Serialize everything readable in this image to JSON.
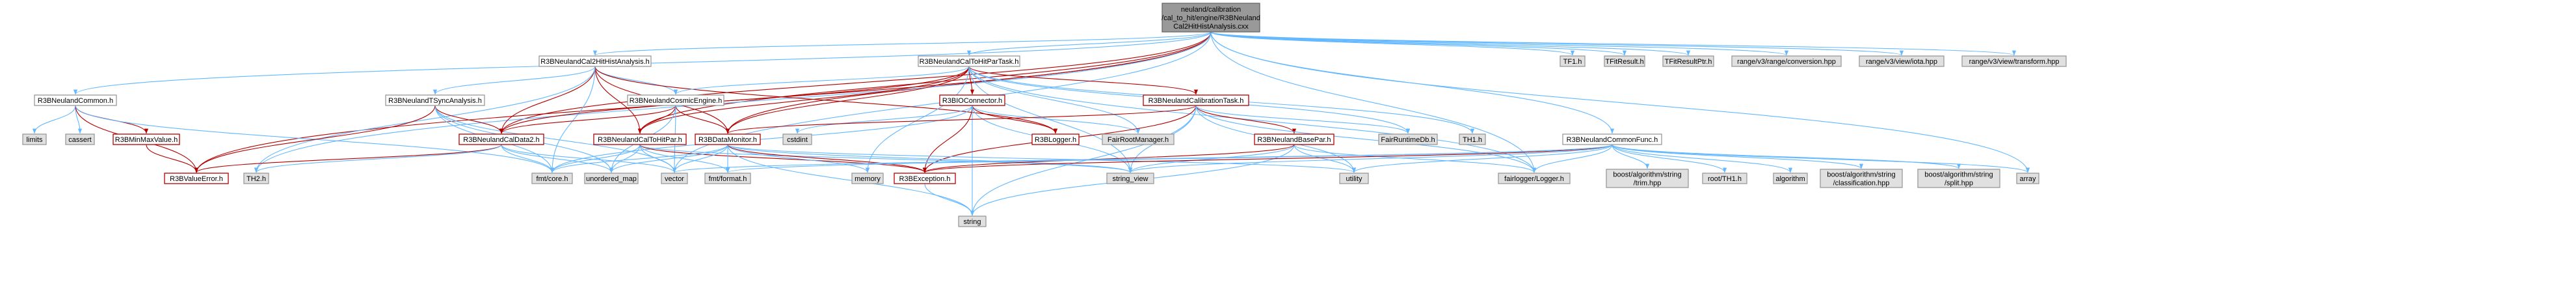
{
  "title": "Include dependency graph",
  "colors": {
    "edge": "#63b8ff",
    "edge_red": "#b20000",
    "root_fill": "#999999",
    "external_fill": "#e0e0e0",
    "node_border": "#999999"
  },
  "nodes": [
    {
      "id": "root",
      "lines": [
        "neuland/calibration",
        "/cal_to_hit/engine/R3BNeuland",
        "Cal2HitHistAnalysis.cxx"
      ],
      "style": "root"
    },
    {
      "id": "histanalysis",
      "lines": [
        "R3BNeulandCal2HitHistAnalysis.h"
      ],
      "style": "plain"
    },
    {
      "id": "partask",
      "lines": [
        "R3BNeulandCalToHitParTask.h"
      ],
      "style": "plain"
    },
    {
      "id": "common",
      "lines": [
        "R3BNeulandCommon.h"
      ],
      "style": "plain"
    },
    {
      "id": "tsync",
      "lines": [
        "R3BNeulandTSyncAnalysis.h"
      ],
      "style": "plain"
    },
    {
      "id": "cosmic",
      "lines": [
        "R3BNeulandCosmicEngine.h"
      ],
      "style": "plain"
    },
    {
      "id": "ioconnector",
      "lines": [
        "R3BIOConnector.h"
      ],
      "style": "red"
    },
    {
      "id": "calibtask",
      "lines": [
        "R3BNeulandCalibrationTask.h"
      ],
      "style": "red"
    },
    {
      "id": "commonfunc",
      "lines": [
        "R3BNeulandCommonFunc.h"
      ],
      "style": "plain"
    },
    {
      "id": "tf1",
      "lines": [
        "TF1.h"
      ],
      "style": "ext"
    },
    {
      "id": "tfitresult",
      "lines": [
        "TFitResult.h"
      ],
      "style": "ext"
    },
    {
      "id": "tfitresultptr",
      "lines": [
        "TFitResultPtr.h"
      ],
      "style": "ext"
    },
    {
      "id": "rconversion",
      "lines": [
        "range/v3/range/conversion.hpp"
      ],
      "style": "ext"
    },
    {
      "id": "riota",
      "lines": [
        "range/v3/view/iota.hpp"
      ],
      "style": "ext"
    },
    {
      "id": "rtransform",
      "lines": [
        "range/v3/view/transform.hpp"
      ],
      "style": "ext"
    },
    {
      "id": "limits",
      "lines": [
        "limits"
      ],
      "style": "ext"
    },
    {
      "id": "cassert",
      "lines": [
        "cassert"
      ],
      "style": "ext"
    },
    {
      "id": "minmax",
      "lines": [
        "R3BMinMaxValue.h"
      ],
      "style": "red"
    },
    {
      "id": "caldata2",
      "lines": [
        "R3BNeulandCalData2.h"
      ],
      "style": "red"
    },
    {
      "id": "caltohitpar",
      "lines": [
        "R3BNeulandCalToHitPar.h"
      ],
      "style": "red"
    },
    {
      "id": "datamonitor",
      "lines": [
        "R3BDataMonitor.h"
      ],
      "style": "red"
    },
    {
      "id": "cstdint",
      "lines": [
        "cstdint"
      ],
      "style": "ext"
    },
    {
      "id": "logger",
      "lines": [
        "R3BLogger.h"
      ],
      "style": "red"
    },
    {
      "id": "fairrootmanager",
      "lines": [
        "FairRootManager.h"
      ],
      "style": "ext"
    },
    {
      "id": "baspar",
      "lines": [
        "R3BNeulandBasePar.h"
      ],
      "style": "red"
    },
    {
      "id": "fairruntimedb",
      "lines": [
        "FairRuntimeDb.h"
      ],
      "style": "ext"
    },
    {
      "id": "th1",
      "lines": [
        "TH1.h"
      ],
      "style": "ext"
    },
    {
      "id": "valueerror",
      "lines": [
        "R3BValueError.h"
      ],
      "style": "red"
    },
    {
      "id": "th2",
      "lines": [
        "TH2.h"
      ],
      "style": "ext"
    },
    {
      "id": "fmtcore",
      "lines": [
        "fmt/core.h"
      ],
      "style": "ext"
    },
    {
      "id": "unorderedmap",
      "lines": [
        "unordered_map"
      ],
      "style": "ext"
    },
    {
      "id": "vector",
      "lines": [
        "vector"
      ],
      "style": "ext"
    },
    {
      "id": "fmtformat",
      "lines": [
        "fmt/format.h"
      ],
      "style": "ext"
    },
    {
      "id": "memory",
      "lines": [
        "memory"
      ],
      "style": "ext"
    },
    {
      "id": "exception",
      "lines": [
        "R3BException.h"
      ],
      "style": "red"
    },
    {
      "id": "stringview",
      "lines": [
        "string_view"
      ],
      "style": "ext"
    },
    {
      "id": "utility",
      "lines": [
        "utility"
      ],
      "style": "ext"
    },
    {
      "id": "fairlogger",
      "lines": [
        "fairlogger/Logger.h"
      ],
      "style": "ext"
    },
    {
      "id": "trim",
      "lines": [
        "boost/algorithm/string",
        "/trim.hpp"
      ],
      "style": "ext"
    },
    {
      "id": "rootth1",
      "lines": [
        "root/TH1.h"
      ],
      "style": "ext"
    },
    {
      "id": "algorithm",
      "lines": [
        "algorithm"
      ],
      "style": "ext"
    },
    {
      "id": "classification",
      "lines": [
        "boost/algorithm/string",
        "/classification.hpp"
      ],
      "style": "ext"
    },
    {
      "id": "split",
      "lines": [
        "boost/algorithm/string",
        "/split.hpp"
      ],
      "style": "ext"
    },
    {
      "id": "array",
      "lines": [
        "array"
      ],
      "style": "ext"
    },
    {
      "id": "string",
      "lines": [
        "string"
      ],
      "style": "ext"
    }
  ],
  "edges": [
    [
      "root",
      "histanalysis"
    ],
    [
      "root",
      "partask"
    ],
    [
      "root",
      "common"
    ],
    [
      "root",
      "commonfunc"
    ],
    [
      "root",
      "tf1"
    ],
    [
      "root",
      "tfitresult"
    ],
    [
      "root",
      "tfitresultptr"
    ],
    [
      "root",
      "rconversion"
    ],
    [
      "root",
      "riota"
    ],
    [
      "root",
      "rtransform"
    ],
    [
      "root",
      "array"
    ],
    [
      "root",
      "valueerror"
    ],
    [
      "root",
      "caldata2"
    ],
    [
      "root",
      "caltohitpar"
    ],
    [
      "root",
      "datamonitor"
    ],
    [
      "root",
      "th2"
    ],
    [
      "root",
      "fairlogger"
    ],
    [
      "root",
      "vector"
    ],
    [
      "histanalysis",
      "tsync"
    ],
    [
      "histanalysis",
      "cosmic"
    ],
    [
      "histanalysis",
      "caldata2"
    ],
    [
      "histanalysis",
      "caltohitpar"
    ],
    [
      "histanalysis",
      "datamonitor"
    ],
    [
      "histanalysis",
      "logger"
    ],
    [
      "histanalysis",
      "th2"
    ],
    [
      "histanalysis",
      "fmtcore"
    ],
    [
      "partask",
      "cosmic"
    ],
    [
      "partask",
      "ioconnector"
    ],
    [
      "partask",
      "calibtask"
    ],
    [
      "partask",
      "datamonitor"
    ],
    [
      "partask",
      "caldata2"
    ],
    [
      "partask",
      "caltohitpar"
    ],
    [
      "partask",
      "fairrootmanager"
    ],
    [
      "partask",
      "fairruntimedb"
    ],
    [
      "partask",
      "memory"
    ],
    [
      "partask",
      "th1"
    ],
    [
      "partask",
      "stringview"
    ],
    [
      "partask",
      "fairlogger"
    ],
    [
      "common",
      "limits"
    ],
    [
      "common",
      "cassert"
    ],
    [
      "common",
      "minmax"
    ],
    [
      "common",
      "valueerror"
    ],
    [
      "common",
      "fmtcore"
    ],
    [
      "tsync",
      "caldata2"
    ],
    [
      "tsync",
      "fmtcore"
    ],
    [
      "tsync",
      "unorderedmap"
    ],
    [
      "tsync",
      "vector"
    ],
    [
      "tsync",
      "valueerror"
    ],
    [
      "cosmic",
      "caldata2"
    ],
    [
      "cosmic",
      "caltohitpar"
    ],
    [
      "cosmic",
      "datamonitor"
    ],
    [
      "cosmic",
      "vector"
    ],
    [
      "cosmic",
      "unorderedmap"
    ],
    [
      "ioconnector",
      "cstdint"
    ],
    [
      "ioconnector",
      "exception"
    ],
    [
      "ioconnector",
      "fairrootmanager"
    ],
    [
      "ioconnector",
      "logger"
    ],
    [
      "ioconnector",
      "stringview"
    ],
    [
      "ioconnector",
      "string"
    ],
    [
      "ioconnector",
      "fmtcore"
    ],
    [
      "calibtask",
      "baspar"
    ],
    [
      "calibtask",
      "fairruntimedb"
    ],
    [
      "calibtask",
      "datamonitor"
    ],
    [
      "calibtask",
      "exception"
    ],
    [
      "calibtask",
      "stringview"
    ],
    [
      "calibtask",
      "string"
    ],
    [
      "calibtask",
      "fairlogger"
    ],
    [
      "calibtask",
      "utility"
    ],
    [
      "minmax",
      "valueerror"
    ],
    [
      "caldata2",
      "valueerror"
    ],
    [
      "caldata2",
      "fmtcore"
    ],
    [
      "caldata2",
      "unorderedmap"
    ],
    [
      "caldata2",
      "vector"
    ],
    [
      "caldata2",
      "th2"
    ],
    [
      "caltohitpar",
      "fmtcore"
    ],
    [
      "caltohitpar",
      "unorderedmap"
    ],
    [
      "caltohitpar",
      "vector"
    ],
    [
      "caltohitpar",
      "fmtformat"
    ],
    [
      "caltohitpar",
      "exception"
    ],
    [
      "caltohitpar",
      "stringview"
    ],
    [
      "datamonitor",
      "vector"
    ],
    [
      "datamonitor",
      "fmtformat"
    ],
    [
      "datamonitor",
      "memory"
    ],
    [
      "datamonitor",
      "exception"
    ],
    [
      "datamonitor",
      "string"
    ],
    [
      "datamonitor",
      "stringview"
    ],
    [
      "datamonitor",
      "utility"
    ],
    [
      "datamonitor",
      "fmtcore"
    ],
    [
      "datamonitor",
      "unorderedmap"
    ],
    [
      "baspar",
      "utility"
    ],
    [
      "baspar",
      "fairlogger"
    ],
    [
      "baspar",
      "stringview"
    ],
    [
      "baspar",
      "string"
    ],
    [
      "baspar",
      "exception"
    ],
    [
      "exception",
      "string"
    ],
    [
      "commonfunc",
      "trim"
    ],
    [
      "commonfunc",
      "rootth1"
    ],
    [
      "commonfunc",
      "algorithm"
    ],
    [
      "commonfunc",
      "classification"
    ],
    [
      "commonfunc",
      "split"
    ],
    [
      "commonfunc",
      "array"
    ],
    [
      "commonfunc",
      "exception"
    ],
    [
      "commonfunc",
      "fairlogger"
    ],
    [
      "commonfunc",
      "vector"
    ],
    [
      "commonfunc",
      "stringview"
    ],
    [
      "commonfunc",
      "fmtformat"
    ],
    [
      "commonfunc",
      "utility"
    ]
  ]
}
